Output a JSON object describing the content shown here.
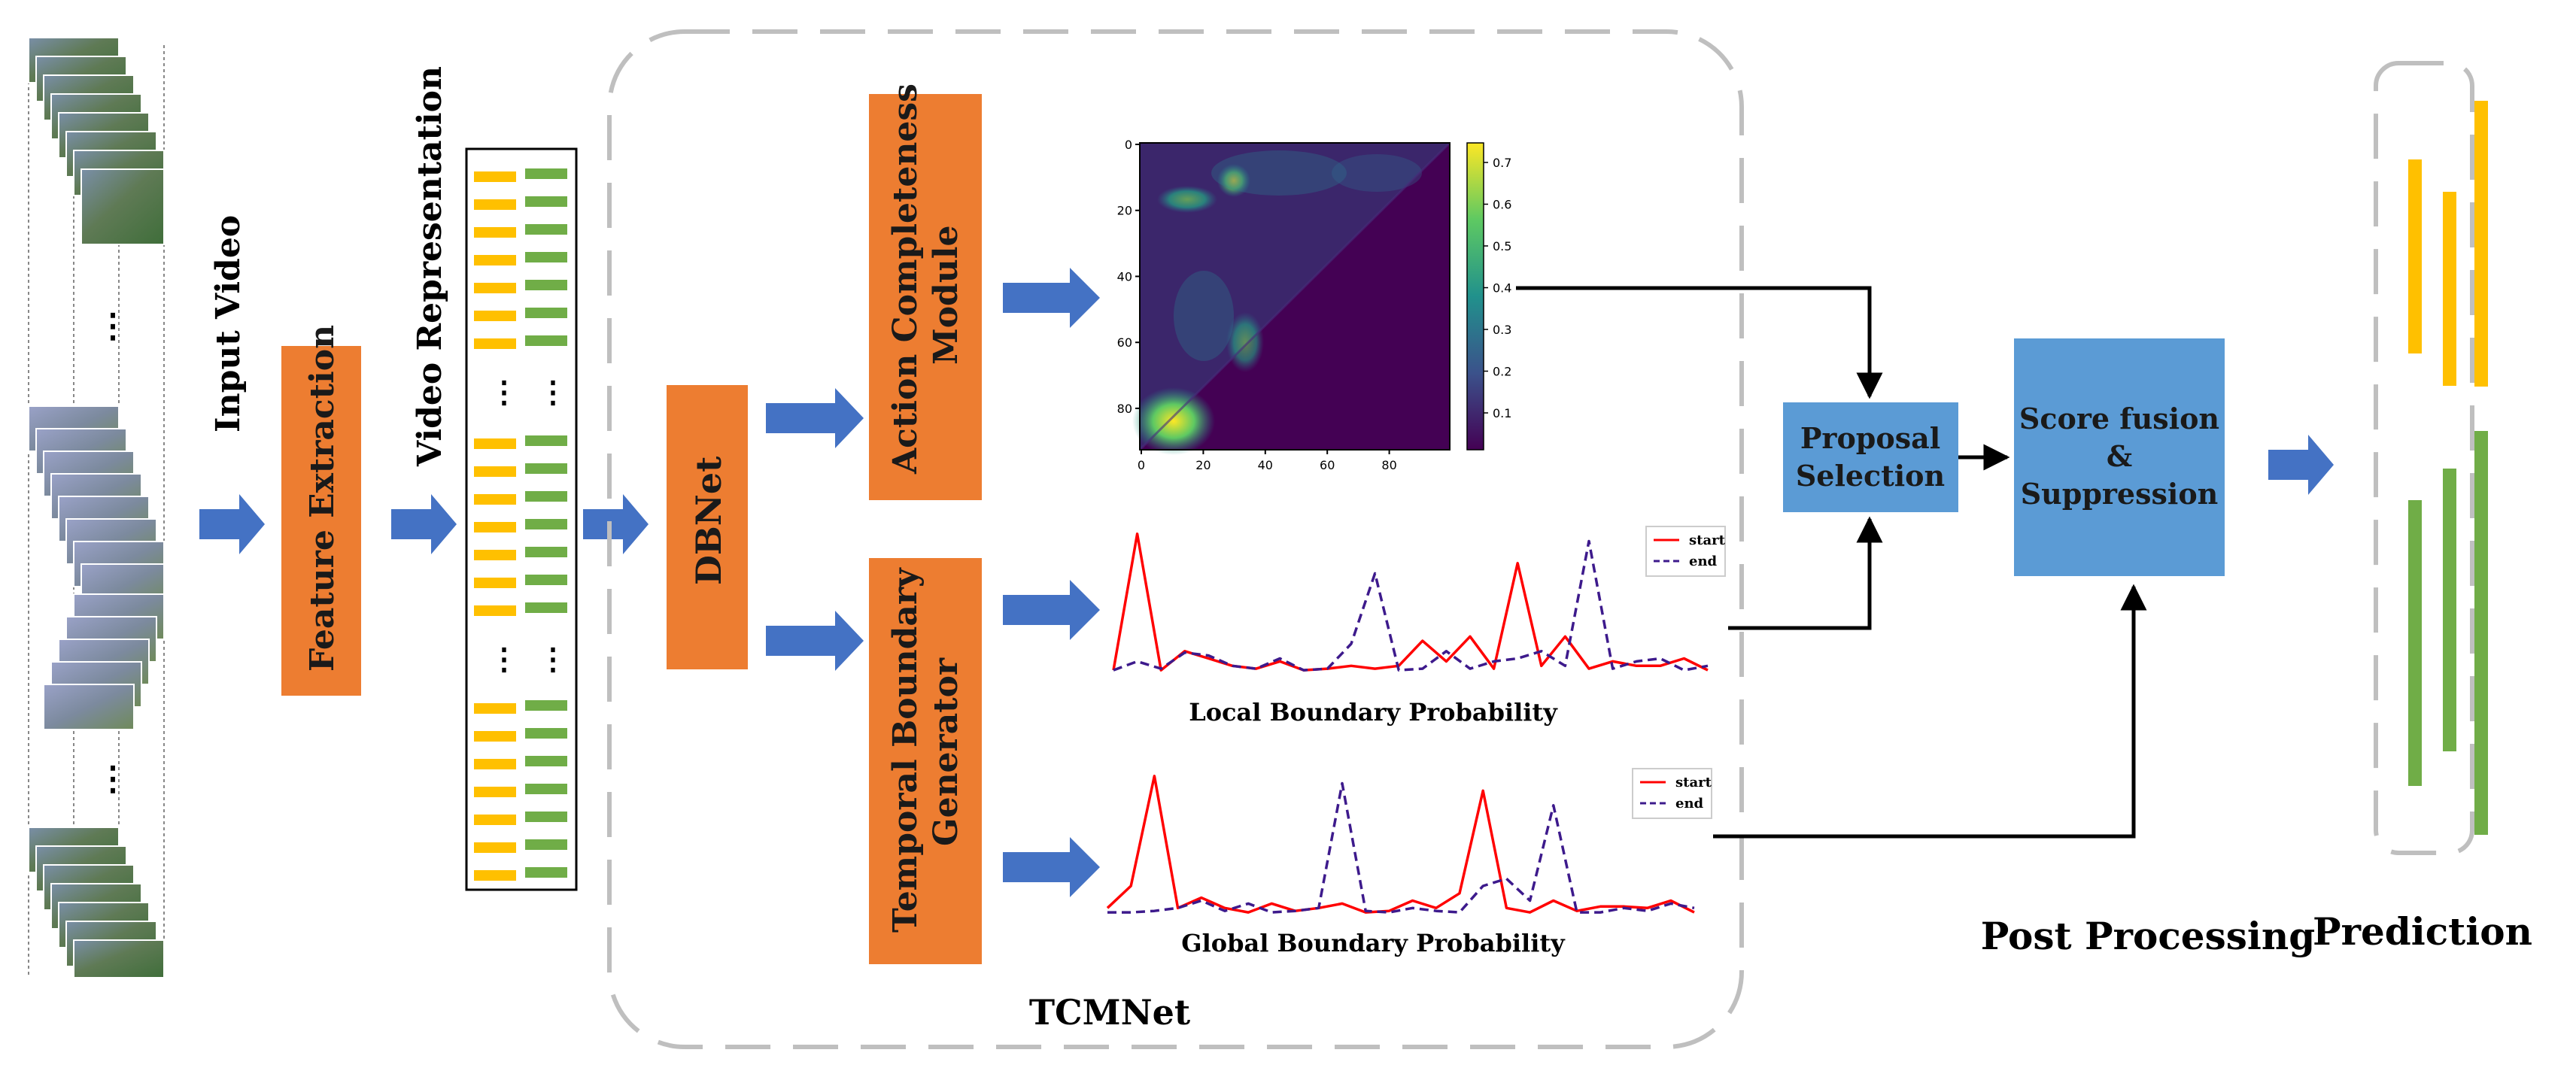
{
  "labels": {
    "input_video": "Input Video",
    "feature_extraction": "Feature Extraction",
    "video_representation": "Video Representation",
    "dbnet": "DBNet",
    "acm_line1": "Action Completeness",
    "acm_line2": "Module",
    "tbg_line1": "Temporal Boundary",
    "tbg_line2": "Generator",
    "proposal_line1": "Proposal",
    "proposal_line2": "Selection",
    "fusion_line1": "Score fusion",
    "fusion_line2": "&",
    "fusion_line3": "Suppression",
    "local_title": "Local Boundary Probability",
    "global_title": "Global Boundary Probability",
    "tcmnet": "TCMNet",
    "post_processing": "Post Processing",
    "prediction": "Prediction",
    "ellipsis": "⋮",
    "legend_start": "start",
    "legend_end": "end"
  },
  "colors": {
    "orange": "#ED7D31",
    "blue_box": "#5B9BD5",
    "arrow_blue": "#4472C4",
    "yellow_bar": "#FFC000",
    "green_bar": "#70AD47",
    "start_line": "#FF0000",
    "end_line": "#3D1A8C",
    "dashed_frame": "#BFBFBF"
  },
  "heatmap": {
    "y_ticks": [
      "0",
      "20",
      "40",
      "60",
      "80"
    ],
    "x_ticks": [
      "0",
      "20",
      "40",
      "60",
      "80"
    ],
    "colorbar_ticks": [
      "0.7",
      "0.6",
      "0.5",
      "0.4",
      "0.3",
      "0.2",
      "0.1"
    ]
  },
  "chart_data": [
    {
      "type": "line",
      "title": "Local Boundary Probability",
      "x": [
        0,
        1,
        2,
        3,
        4,
        5,
        6,
        7,
        8,
        9,
        10,
        11,
        12,
        13,
        14,
        15,
        16,
        17,
        18,
        19,
        20,
        21,
        22,
        23,
        24,
        25
      ],
      "series": [
        {
          "name": "start",
          "values": [
            0.02,
            0.95,
            0.02,
            0.15,
            0.1,
            0.05,
            0.03,
            0.08,
            0.02,
            0.03,
            0.05,
            0.03,
            0.05,
            0.22,
            0.08,
            0.25,
            0.03,
            0.75,
            0.05,
            0.25,
            0.03,
            0.08,
            0.05,
            0.05,
            0.1,
            0.02
          ]
        },
        {
          "name": "end",
          "values": [
            0.02,
            0.08,
            0.03,
            0.14,
            0.12,
            0.05,
            0.03,
            0.1,
            0.02,
            0.03,
            0.2,
            0.68,
            0.02,
            0.03,
            0.15,
            0.03,
            0.08,
            0.1,
            0.15,
            0.05,
            0.9,
            0.03,
            0.08,
            0.1,
            0.02,
            0.05
          ]
        }
      ],
      "legend": "top-right"
    },
    {
      "type": "line",
      "title": "Global Boundary Probability",
      "x": [
        0,
        1,
        2,
        3,
        4,
        5,
        6,
        7,
        8,
        9,
        10,
        11,
        12,
        13,
        14,
        15,
        16,
        17,
        18,
        19,
        20,
        21,
        22,
        23,
        24,
        25
      ],
      "series": [
        {
          "name": "start",
          "values": [
            0.05,
            0.2,
            0.95,
            0.05,
            0.12,
            0.05,
            0.02,
            0.08,
            0.03,
            0.05,
            0.08,
            0.02,
            0.03,
            0.1,
            0.05,
            0.15,
            0.85,
            0.05,
            0.02,
            0.1,
            0.03,
            0.06,
            0.06,
            0.05,
            0.1,
            0.02
          ]
        },
        {
          "name": "end",
          "values": [
            0.02,
            0.02,
            0.03,
            0.05,
            0.1,
            0.03,
            0.08,
            0.02,
            0.03,
            0.05,
            0.9,
            0.03,
            0.02,
            0.05,
            0.03,
            0.02,
            0.2,
            0.25,
            0.1,
            0.75,
            0.02,
            0.02,
            0.05,
            0.03,
            0.08,
            0.05
          ]
        }
      ],
      "legend": "top-right"
    }
  ]
}
